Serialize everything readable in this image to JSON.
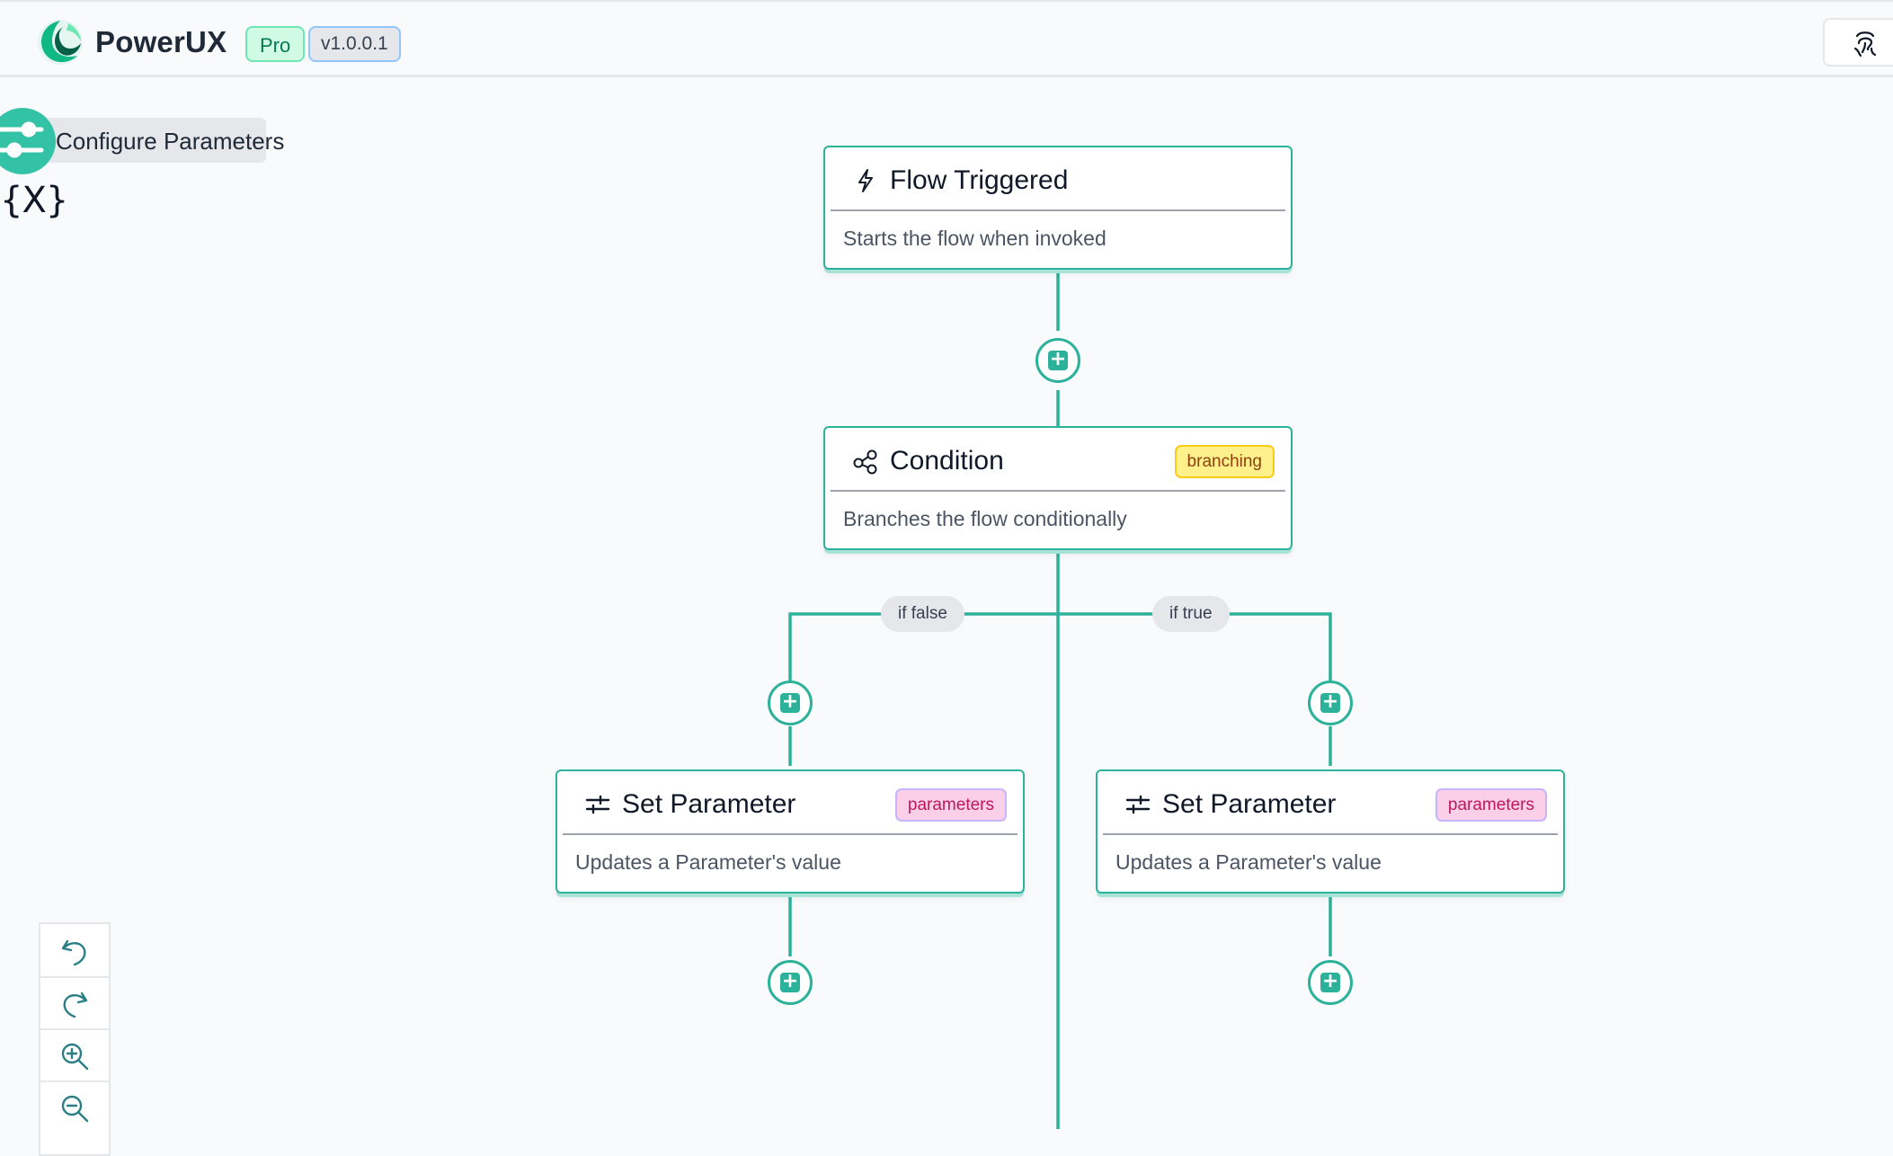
{
  "header": {
    "brand": "PowerUX",
    "plan_badge": "Pro",
    "version_badge": "v1.0.0.1"
  },
  "sidebar": {
    "configure_label": "Configure Parameters",
    "variables_glyph": "{X}"
  },
  "nodes": {
    "trigger": {
      "title": "Flow Triggered",
      "description": "Starts the flow when invoked"
    },
    "condition": {
      "title": "Condition",
      "tag": "branching",
      "description": "Branches the flow conditionally"
    },
    "set_false": {
      "title": "Set Parameter",
      "tag": "parameters",
      "description": "Updates a Parameter's value"
    },
    "set_true": {
      "title": "Set Parameter",
      "tag": "parameters",
      "description": "Updates a Parameter's value"
    }
  },
  "branches": {
    "false_label": "if false",
    "true_label": "if true"
  },
  "icons": {
    "add": "+",
    "trigger": "lightning-icon",
    "condition": "share-nodes-icon",
    "parameter": "sliders-icon"
  },
  "colors": {
    "accent": "#2cb29a",
    "accent_light": "#34c2a7",
    "tag_branching": "#fef08a",
    "tag_parameters": "#fbcfe8"
  }
}
